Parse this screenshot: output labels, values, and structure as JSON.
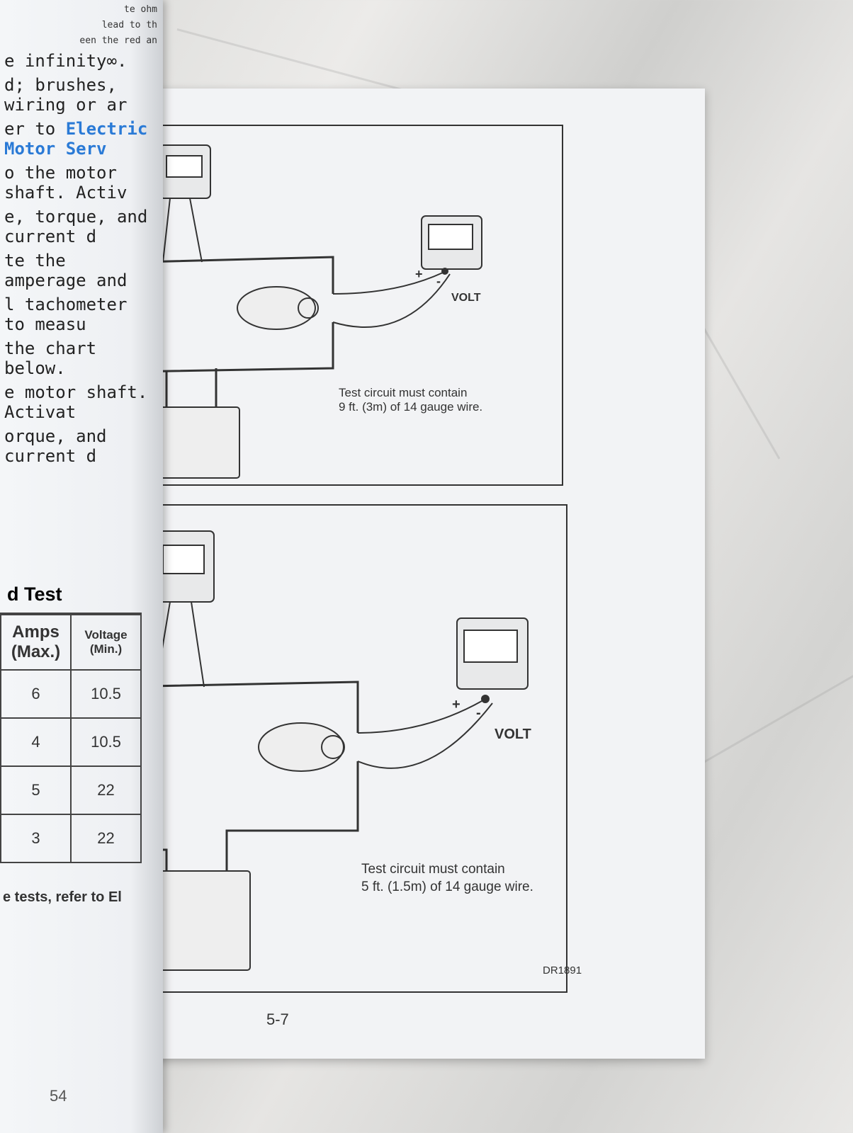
{
  "left_page": {
    "lines": [
      "e infinity∞.",
      "d; brushes, wiring or ar",
      "er to ",
      "o the motor shaft. Activ",
      "e, torque, and current d",
      "te the amperage and",
      "l tachometer to measu",
      "the chart below.",
      "e motor shaft. Activat",
      "orque, and current d"
    ],
    "link": "Electric Motor Serv",
    "top_fragments": [
      "te ohm",
      "lead to th",
      "een the red an"
    ],
    "table": {
      "title": "d Test",
      "headers": [
        "Amps (Max.)",
        "Voltage (Min.)"
      ],
      "rows": [
        [
          "6",
          "10.5"
        ],
        [
          "4",
          "10.5"
        ],
        [
          "5",
          "22"
        ],
        [
          "3",
          "22"
        ]
      ]
    },
    "footer_fragment": "e tests, refer to El",
    "page_number": "54"
  },
  "right_page": {
    "figure1": {
      "meter_label": "VOLT",
      "plus": "+",
      "minus": "-",
      "caption": [
        "Test circuit must contain",
        "9 ft. (3m) of 14 gauge wire."
      ]
    },
    "figure2": {
      "meter_label": "VOLT",
      "plus": "+",
      "minus": "-",
      "caption": [
        "Test circuit must contain",
        "5 ft. (1.5m) of 14 gauge wire."
      ],
      "code": "DR1891"
    },
    "page_number": "5-7"
  }
}
